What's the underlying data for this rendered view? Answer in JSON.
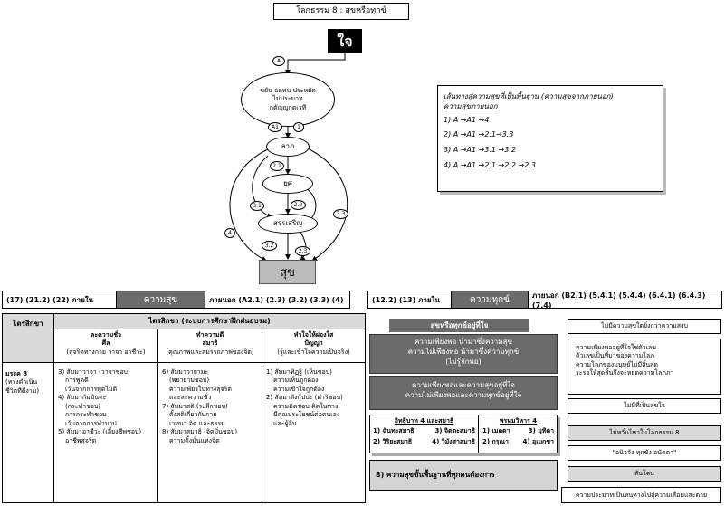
{
  "title": "โลกธรรม 8 : สุขหรือทุกข์",
  "mind": "ใจ",
  "nodes": {
    "a_label": "A",
    "virtues": [
      "ขยัน อดทน ประหยัด",
      "ไม่ประมาท",
      "กตัญญูกตเวที"
    ],
    "a1_label": "A1",
    "n1": "1",
    "gain": "ลาภ",
    "n21": "2.1",
    "rank": "ยศ",
    "n31": "3.1",
    "n22": "2.2",
    "n33": "3.3",
    "praise": "สรรเสริญ",
    "n4": "4",
    "n32": "3.2",
    "n23": "2.3",
    "happiness": "สุข"
  },
  "paths": {
    "title": "เส้นทางสู่ความสุขที่เป็นพื้นฐาน (ความสุขจากภายนอก)",
    "subtitle": "ความสุขภายนอก",
    "items": [
      "1) A →A1 →4",
      "2) A →A1 →2.1→3.3",
      "3) A →A1 →3.1 →3.2",
      "4) A →A1 →2.1 →2.2 →2.3"
    ]
  },
  "left_bar": {
    "inner": "(17) (21.2) (22) ภายใน",
    "center": "ความสุข",
    "outer": "ภายนอก (A2.1) (2.3) (3.2) (3.3) (4)"
  },
  "right_bar": {
    "inner": "(12.2) (13) ภายใน",
    "center": "ความทุกข์",
    "outer": "ภายนอก (B2.1) (5.4.1) (5.4.4) (6.4.1) (6.4.3) (7.4)"
  },
  "table": {
    "tri_header": "ไตรสิกขา",
    "tri_full": "ไตรสิกขา (ระบบการศึกษาฝึกฝนอบรม)",
    "path8": "มรรค 8",
    "row_note": [
      "(ทางดำเนิน",
      "ชีวิตที่ดีงาม)"
    ],
    "cols": [
      {
        "h": [
          "ละความชั่ว",
          "ศีล",
          "(สุจริตทางกาย วาจา อาชีวะ)"
        ],
        "items": [
          "3) สัมมาวาจา (วาจาชอบ)",
          "การพูดดี",
          "เว้นจากการพูดไม่ดี",
          "4) สัมมากัมมันตะ",
          "(กระทำชอบ)",
          "การกระทำชอบ",
          "เว้นจากการทำบาป",
          "5) สัมมาอาชีวะ (เลี้ยงชีพชอบ)",
          "อาชีพสุจริต"
        ]
      },
      {
        "h": [
          "ทำความดี",
          "สมาธิ",
          "(คุณภาพและสมรรถภาพของจิต)"
        ],
        "items": [
          "6) สัมมาวายามะ",
          "(พยายามชอบ)",
          "ความเพียรในทางสุจริต",
          "และละความชั่ว",
          "7) สัมมาสติ  (ระลึกชอบ)",
          "ตั้งสติเกี่ยวกับกาย",
          "เวทนา จิต และธรรม",
          "8) สัมมาสมาธิ (จิตมั่นชอบ)",
          "ความตั้งมั่นแห่งจิต"
        ]
      },
      {
        "h": [
          "ทำใจให้ผ่องใส",
          "ปัญญา",
          "(รู้และเข้าใจความเป็นจริง)"
        ],
        "items": [
          "1) สัมมาทิฏฐิ (เห็นชอบ)",
          "ความเห็นถูกต้อง",
          "ความเข้าใจถูกต้อง",
          "2) สัมมาสังกัปปะ (ดำริชอบ)",
          "ความคิดชอบ คิดในทาง",
          "มีคุณประโยชน์ต่อตนเอง",
          "และผู้อื่น"
        ]
      }
    ]
  },
  "middle": {
    "header": "สุขหรือทุกข์อยู่ที่ใจ",
    "dark1": [
      "ความเพียงพอ    นำมาซึ่งความสุข",
      "ความไม่เพียงพอ   นำมาซึ่งความทุกข์",
      "(ไม่รู้จักพอ)"
    ],
    "dark2": [
      "ความเพียงพอและความสุขอยู่ที่ใจ",
      "ความไม่เพียงพอและความทุกข์อยู่ที่ใจ"
    ],
    "iddhi_title": "อิทธิบาท 4 และสมาธิ",
    "iddhi": [
      "1) ฉันทะสมาธิ",
      "3) จิตตะสมาธิ",
      "2) วิริยะสมาธิ",
      "4) วิมังสาสมาธิ"
    ],
    "brahma_title": "พรหมวิหาร 4",
    "brahma": [
      "1) เมตตา",
      "3) มุทิตา",
      "2) กรุณา",
      "4) อุเบกขา"
    ],
    "note8": "8)  ความสุขขั้นพื้นฐานที่ทุกคนต้องการ"
  },
  "right": {
    "top": "ไม่มีความสุขใดยิ่งกว่าความสงบ",
    "para": [
      "ความเพียงพออยู่ที่ใจใช่ตัวเลข",
      "ตัวเลขเป็นที่มาของความโลภ",
      "ความโลภของมนุษย์ไม่มีสิ้นสุด",
      "ระรอให้สุดสิ้นจึงจะหยุดความโลภภา"
    ],
    "mind_happy": "ไม่มีที่เป็นสุขใจ",
    "not_cling": "ไม่หวั่นไหวในโลกธรรม 8",
    "three": "\"อนิจจัง ทุกขัง อนัตตา\"",
    "end": "สันโดษ",
    "last": "ความประมาทเป็นหนทางไปสู่ความเสื่อมและตาย"
  }
}
